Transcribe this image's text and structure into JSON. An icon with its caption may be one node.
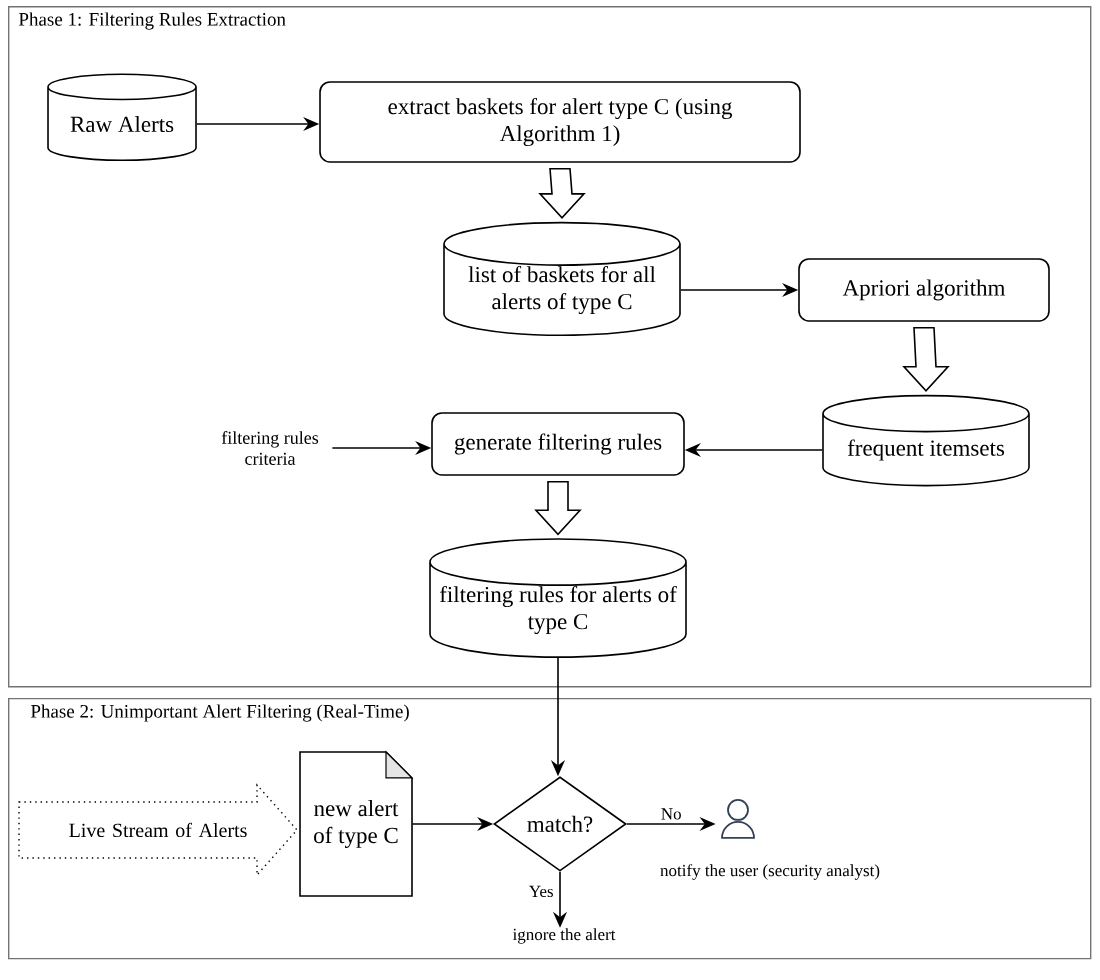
{
  "diagram": {
    "nodes": [
      {
        "text": [
          "Phase 1: Filtering Rules Extraction"
        ]
      },
      {
        "text": [
          "Raw Alerts"
        ],
        "in": 0
      },
      {
        "text": [
          "extract baskets for alert type C (using Algorithm 1)"
        ],
        "in": 0
      },
      {
        "text": [
          "list of baskets for all alerts of type C"
        ],
        "in": 0
      },
      {
        "text": [
          "Apriori algorithm"
        ],
        "in": 0
      },
      {
        "text": [
          "filtering rules criteria"
        ],
        "in": 0
      },
      {
        "text": [
          "generate filtering rules"
        ],
        "in": 0
      },
      {
        "text": [
          "frequent itemsets"
        ],
        "in": 0
      },
      {
        "text": [
          "filtering rules for alerts of type C"
        ],
        "in": 0
      },
      {
        "text": [
          "Phase 2: Unimportant Alert Filtering (Real-Time)"
        ]
      },
      {
        "text": [
          "Live Stream of Alerts"
        ],
        "in": 9
      },
      {
        "text": [
          "new alert of type C"
        ],
        "in": 9
      },
      {
        "text": [
          "match?"
        ],
        "in": 9
      },
      {
        "text": [],
        "shape": "person",
        "beside": [
          "notify the user (security analyst)"
        ],
        "in": 9
      },
      {
        "text": [
          "ignore the alert"
        ],
        "in": 9
      }
    ],
    "edges": [
      {
        "from": 1,
        "to": 2,
        "arrow": "to"
      },
      {
        "from": 2,
        "to": 3,
        "arrow": "to",
        "style": "thick"
      },
      {
        "from": 3,
        "to": 4,
        "arrow": "to"
      },
      {
        "from": 4,
        "to": 7,
        "arrow": "to",
        "style": "thick"
      },
      {
        "from": 7,
        "to": 6,
        "arrow": "to"
      },
      {
        "from": 5,
        "to": 6,
        "arrow": "to"
      },
      {
        "from": 6,
        "to": 8,
        "arrow": "to",
        "style": "thick"
      },
      {
        "from": 8,
        "to": 12,
        "arrow": "to"
      },
      {
        "from": 11,
        "to": 12,
        "arrow": "to"
      },
      {
        "from": 12,
        "to": 13,
        "arrow": "to",
        "label": "No"
      },
      {
        "from": 12,
        "to": 14,
        "arrow": "to",
        "label": "Yes"
      }
    ]
  }
}
